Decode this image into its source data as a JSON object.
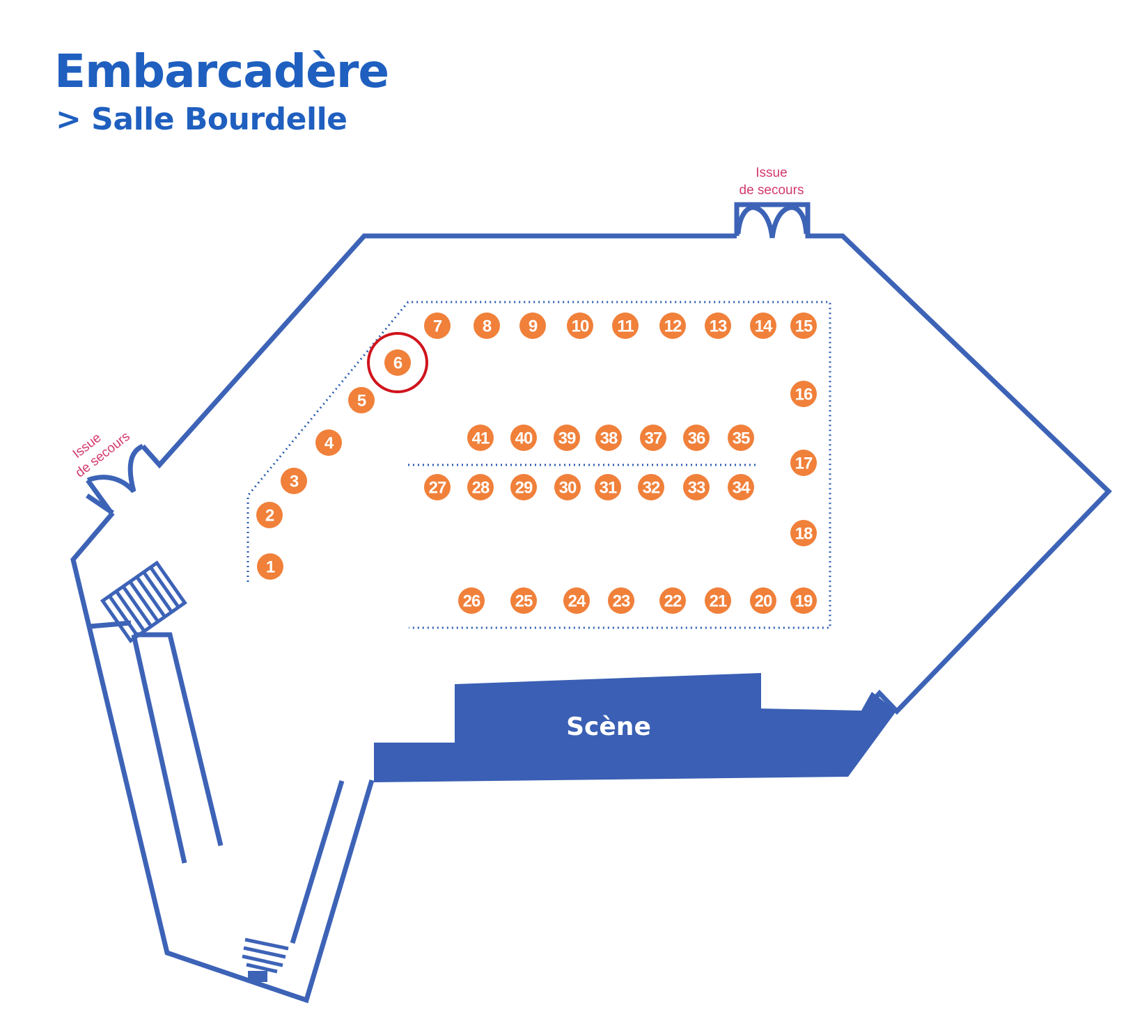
{
  "header": {
    "title": "Embarcadère",
    "subtitle": "> Salle Bourdelle"
  },
  "exits": {
    "top": [
      "Issue",
      "de secours"
    ],
    "left": [
      "Issue",
      "de secours"
    ]
  },
  "stage": {
    "label": "Scène"
  },
  "highlighted_stand": "6",
  "stands": [
    "1",
    "2",
    "3",
    "4",
    "5",
    "6",
    "7",
    "8",
    "9",
    "10",
    "11",
    "12",
    "13",
    "14",
    "15",
    "16",
    "17",
    "18",
    "19",
    "20",
    "21",
    "22",
    "23",
    "24",
    "25",
    "26",
    "27",
    "28",
    "29",
    "30",
    "31",
    "32",
    "33",
    "34",
    "35",
    "36",
    "37",
    "38",
    "39",
    "40",
    "41"
  ],
  "colors": {
    "title": "#1f5fbf",
    "wall": "#3d63b7",
    "stage": "#3a5fb4",
    "stand": "#f0803a",
    "highlight": "#d0131c",
    "exit_label": "#d2386c"
  },
  "icons": {
    "stand_marker": "orange-circle",
    "exit": "double-door-icon",
    "stairs": "stairs-icon"
  }
}
